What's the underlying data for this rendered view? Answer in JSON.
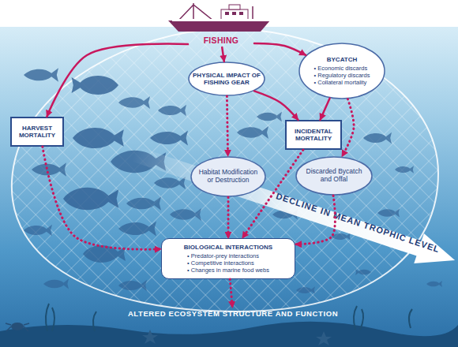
{
  "diagram": {
    "nodes": [
      {
        "text": [
          "FISHING"
        ]
      },
      {
        "text": [
          "HARVEST MORTALITY"
        ]
      },
      {
        "text": [
          "PHYSICAL IMPACT OF FISHING GEAR"
        ]
      },
      {
        "text": [
          "BYCATCH",
          "• Economic discards",
          "• Regulatory discards",
          "• Collateral mortality"
        ]
      },
      {
        "text": [
          "INCIDENTAL MORTALITY"
        ]
      },
      {
        "text": [
          "Habitat Modification or Destruction"
        ]
      },
      {
        "text": [
          "Discarded Bycatch and Offal"
        ]
      },
      {
        "text": [
          "BIOLOGICAL INTERACTIONS",
          "• Predator-prey interactions",
          "• Competitive interactions",
          "• Changes in marine food webs"
        ]
      },
      {
        "text": [
          "ALTERED ECOSYSTEM STRUCTURE AND FUNCTION"
        ]
      }
    ],
    "edges": [
      {
        "from": 0,
        "to": 1,
        "arrow": "to"
      },
      {
        "from": 0,
        "to": 2,
        "arrow": "to"
      },
      {
        "from": 0,
        "to": 3,
        "arrow": "to"
      },
      {
        "from": 2,
        "to": 4,
        "arrow": "to"
      },
      {
        "from": 3,
        "to": 4,
        "arrow": "to"
      },
      {
        "from": 2,
        "to": 5,
        "arrow": "to"
      },
      {
        "from": 3,
        "to": 6,
        "arrow": "to"
      },
      {
        "from": 1,
        "to": 7,
        "arrow": "to"
      },
      {
        "from": 5,
        "to": 7,
        "arrow": "to"
      },
      {
        "from": 4,
        "to": 7,
        "arrow": "to"
      },
      {
        "from": 6,
        "to": 7,
        "arrow": "to"
      },
      {
        "from": 7,
        "to": 8,
        "arrow": "to"
      }
    ],
    "labels": [
      "DECLINE IN MEAN TROPHIC LEVEL"
    ]
  }
}
